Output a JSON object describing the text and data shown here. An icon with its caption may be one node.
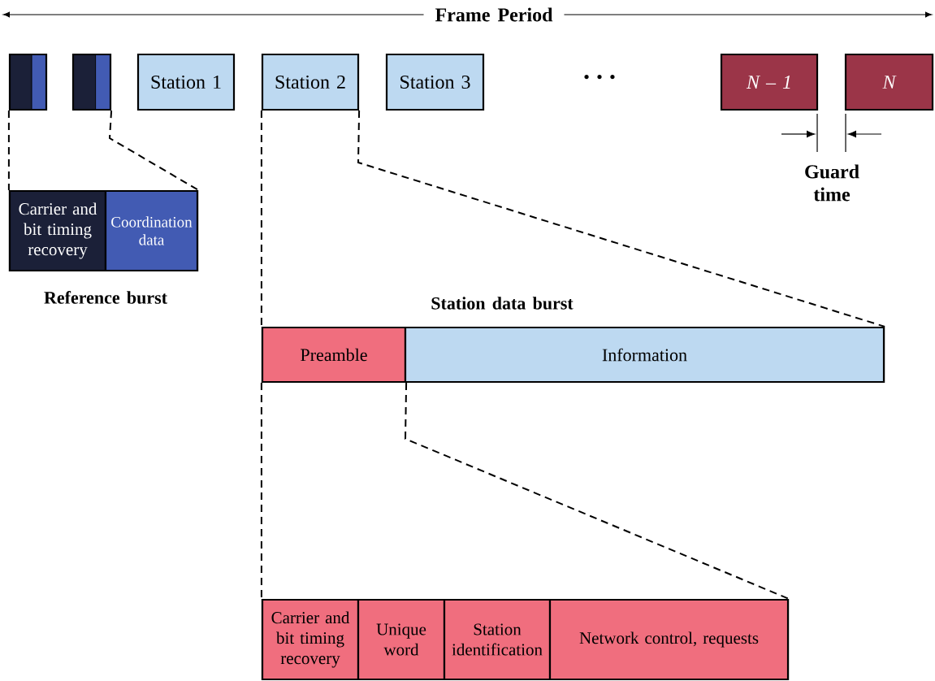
{
  "diagram": {
    "nodes": [
      {
        "text": [],
        "shape": "box"
      },
      {
        "text": [],
        "shape": "box"
      },
      {
        "text": [
          "Station 1"
        ]
      },
      {
        "text": [
          "Station 2"
        ]
      },
      {
        "text": [
          "Station 3"
        ]
      },
      {
        "text": [
          "N – 1"
        ]
      },
      {
        "text": [
          "N"
        ]
      },
      {
        "text": [
          "Reference burst"
        ]
      },
      {
        "text": [
          "Carrier and bit timing recovery"
        ],
        "in": 7
      },
      {
        "text": [
          "Coordination data"
        ],
        "in": 7
      },
      {
        "text": [
          "Station data burst"
        ]
      },
      {
        "text": [
          "Preamble"
        ],
        "in": 10
      },
      {
        "text": [
          "Information"
        ],
        "in": 10
      },
      {
        "text": [],
        "shape": "box"
      },
      {
        "text": [
          "Carrier and bit timing recovery"
        ],
        "in": 13
      },
      {
        "text": [
          "Unique word"
        ],
        "in": 13
      },
      {
        "text": [
          "Station identification"
        ],
        "in": 13
      },
      {
        "text": [
          "Network control, requests"
        ],
        "in": 13
      }
    ],
    "edges": [
      {
        "from": 0,
        "to": 7,
        "arrow": "none",
        "style": "dashed"
      },
      {
        "from": 1,
        "to": 7,
        "arrow": "none",
        "style": "dashed"
      },
      {
        "from": 3,
        "to": 10,
        "arrow": "none",
        "style": "dashed"
      },
      {
        "from": 3,
        "to": 10,
        "arrow": "none",
        "style": "dashed"
      },
      {
        "from": 11,
        "to": 13,
        "arrow": "none",
        "style": "dashed"
      },
      {
        "from": 11,
        "to": 13,
        "arrow": "none",
        "style": "dashed"
      }
    ],
    "labels": [
      "Frame Period",
      "• • •",
      "Guard time"
    ]
  }
}
